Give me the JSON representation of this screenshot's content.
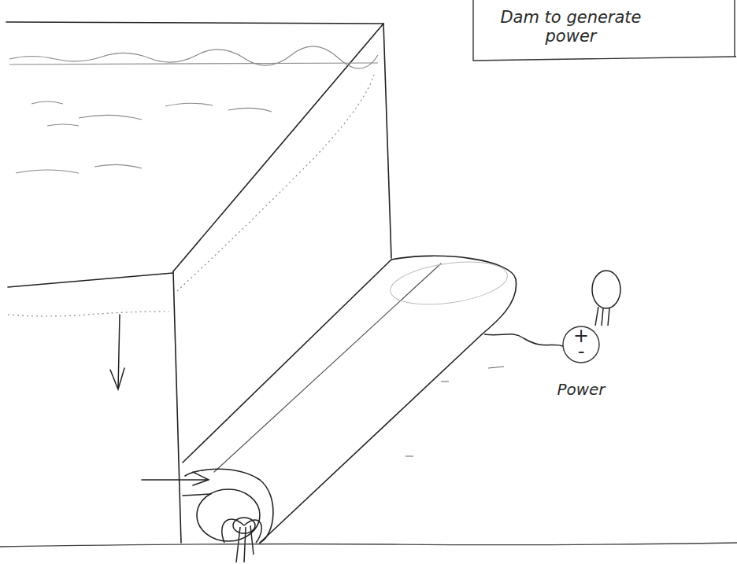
{
  "diagram": {
    "nodes": [
      {
        "text": [
          "Dam to generate power"
        ]
      },
      {
        "text": [
          "+",
          "-",
          "Power"
        ]
      }
    ]
  }
}
